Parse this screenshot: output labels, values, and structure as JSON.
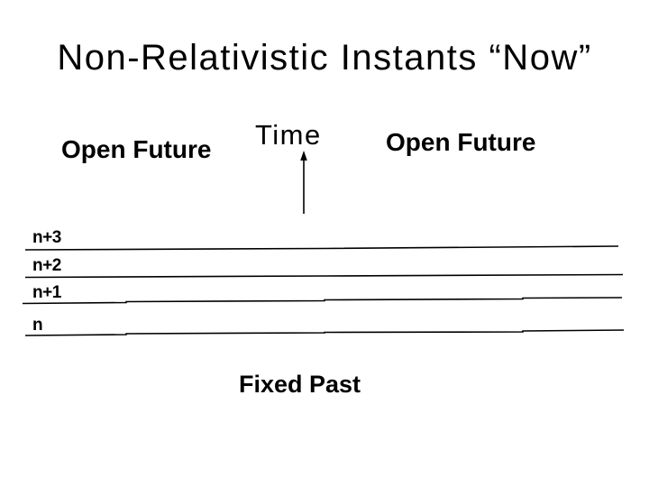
{
  "slide": {
    "title": "Non-Relativistic Instants “Now”",
    "open_future_left": "Open Future",
    "time_label": "Time",
    "open_future_right": "Open Future",
    "fixed_past": "Fixed Past",
    "instants": [
      {
        "label": "n+3"
      },
      {
        "label": "n+2"
      },
      {
        "label": "n+1"
      },
      {
        "label": "n"
      }
    ],
    "icons": {
      "time_arrow": "up-arrow-icon"
    },
    "colors": {
      "background": "#ffffff",
      "foreground": "#000000"
    }
  }
}
